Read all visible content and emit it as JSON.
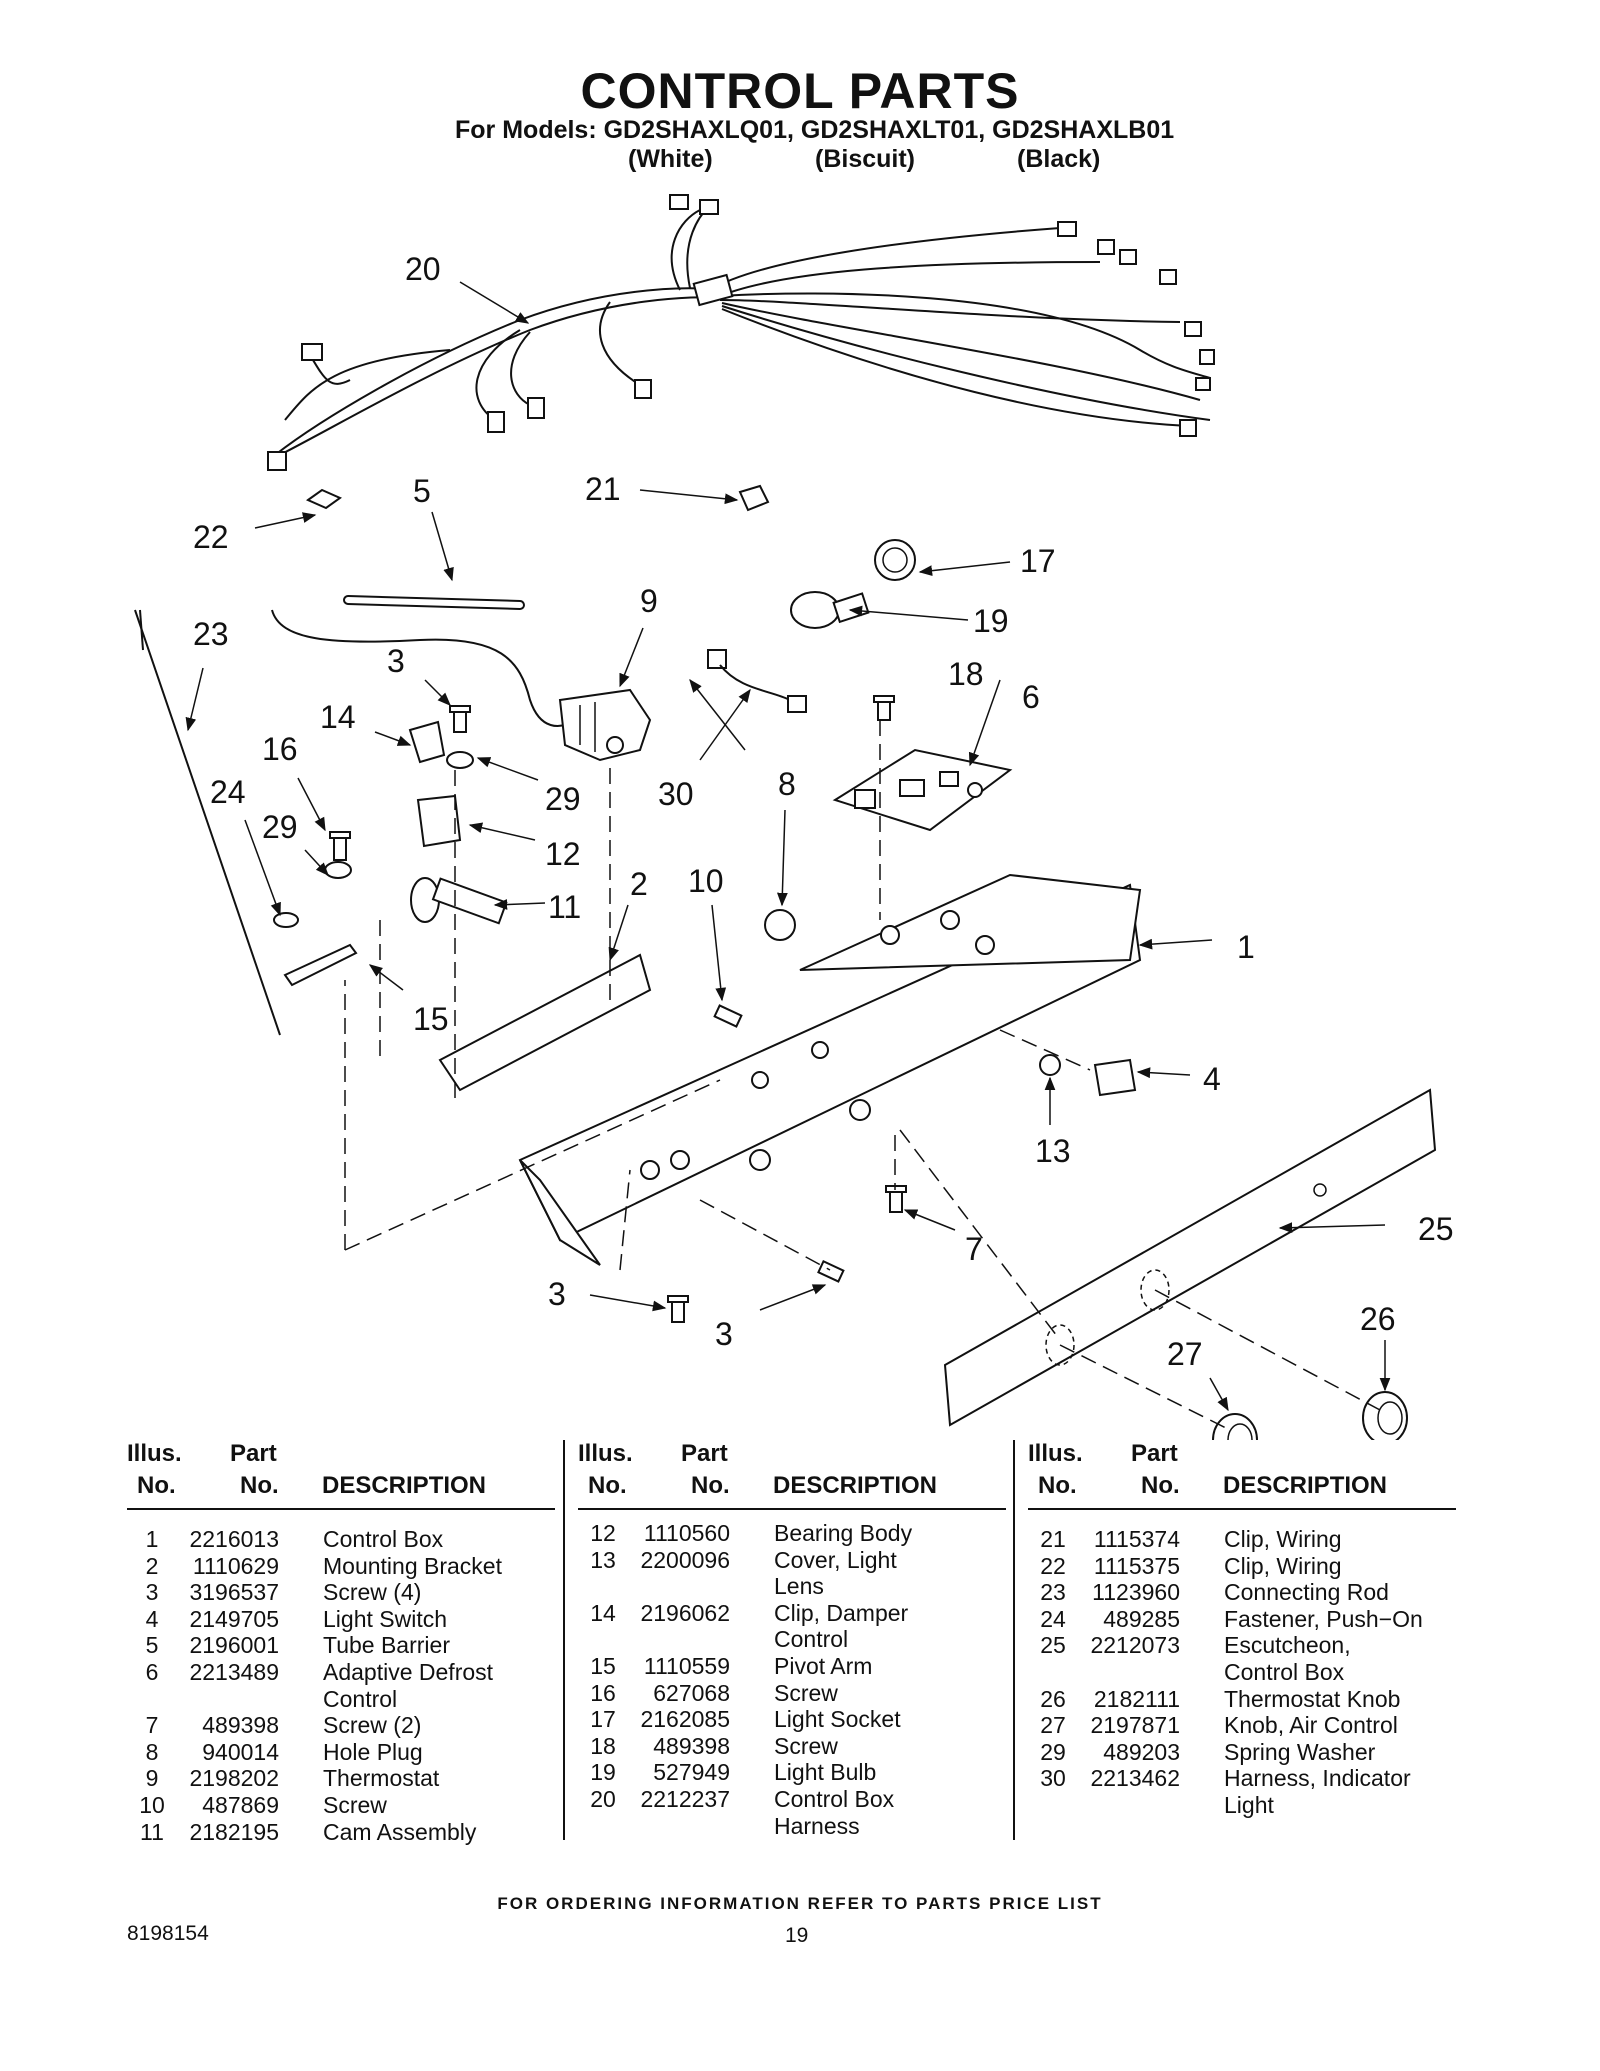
{
  "header": {
    "title": "CONTROL PARTS",
    "models": "For Models: GD2SHAXLQ01, GD2SHAXLT01, GD2SHAXLB01",
    "colors": [
      "(White)",
      "(Biscuit)",
      "(Black)"
    ]
  },
  "callouts": {
    "c1": "1",
    "c2": "2",
    "c3a": "3",
    "c3b": "3",
    "c3c": "3",
    "c4": "4",
    "c5": "5",
    "c6": "6",
    "c7": "7",
    "c8": "8",
    "c9": "9",
    "c10": "10",
    "c11": "11",
    "c12": "12",
    "c13": "13",
    "c14": "14",
    "c15": "15",
    "c16": "16",
    "c17": "17",
    "c18": "18",
    "c19": "19",
    "c20": "20",
    "c21": "21",
    "c22": "22",
    "c23": "23",
    "c24": "24",
    "c25": "25",
    "c26": "26",
    "c27": "27",
    "c29a": "29",
    "c29b": "29",
    "c30": "30"
  },
  "table": {
    "headers": {
      "illus_1": "Illus.",
      "illus_2": "No.",
      "part_1": "Part",
      "part_2": "No.",
      "description": "DESCRIPTION"
    },
    "columns": [
      [
        {
          "no": "1",
          "part": "2216013",
          "desc": [
            "Control Box"
          ]
        },
        {
          "no": "2",
          "part": "1110629",
          "desc": [
            "Mounting Bracket"
          ]
        },
        {
          "no": "3",
          "part": "3196537",
          "desc": [
            "Screw (4)"
          ]
        },
        {
          "no": "4",
          "part": "2149705",
          "desc": [
            "Light Switch"
          ]
        },
        {
          "no": "5",
          "part": "2196001",
          "desc": [
            "Tube Barrier"
          ]
        },
        {
          "no": "6",
          "part": "2213489",
          "desc": [
            "Adaptive Defrost",
            "Control"
          ]
        },
        {
          "no": "7",
          "part": "489398",
          "desc": [
            "Screw (2)"
          ]
        },
        {
          "no": "8",
          "part": "940014",
          "desc": [
            "Hole Plug"
          ]
        },
        {
          "no": "9",
          "part": "2198202",
          "desc": [
            "Thermostat"
          ]
        },
        {
          "no": "10",
          "part": "487869",
          "desc": [
            "Screw"
          ]
        },
        {
          "no": "11",
          "part": "2182195",
          "desc": [
            "Cam Assembly"
          ]
        }
      ],
      [
        {
          "no": "12",
          "part": "1110560",
          "desc": [
            "Bearing Body"
          ]
        },
        {
          "no": "13",
          "part": "2200096",
          "desc": [
            "Cover, Light",
            "Lens"
          ]
        },
        {
          "no": "14",
          "part": "2196062",
          "desc": [
            "Clip, Damper",
            "Control"
          ]
        },
        {
          "no": "15",
          "part": "1110559",
          "desc": [
            "Pivot Arm"
          ]
        },
        {
          "no": "16",
          "part": "627068",
          "desc": [
            "Screw"
          ]
        },
        {
          "no": "17",
          "part": "2162085",
          "desc": [
            "Light Socket"
          ]
        },
        {
          "no": "18",
          "part": "489398",
          "desc": [
            "Screw"
          ]
        },
        {
          "no": "19",
          "part": "527949",
          "desc": [
            "Light Bulb"
          ]
        },
        {
          "no": "20",
          "part": "2212237",
          "desc": [
            "Control Box",
            "Harness"
          ]
        }
      ],
      [
        {
          "no": "21",
          "part": "1115374",
          "desc": [
            "Clip, Wiring"
          ]
        },
        {
          "no": "22",
          "part": "1115375",
          "desc": [
            "Clip, Wiring"
          ]
        },
        {
          "no": "23",
          "part": "1123960",
          "desc": [
            "Connecting Rod"
          ]
        },
        {
          "no": "24",
          "part": "489285",
          "desc": [
            "Fastener, Push−On"
          ]
        },
        {
          "no": "25",
          "part": "2212073",
          "desc": [
            "Escutcheon,",
            "Control Box"
          ]
        },
        {
          "no": "26",
          "part": "2182111",
          "desc": [
            "Thermostat Knob"
          ]
        },
        {
          "no": "27",
          "part": "2197871",
          "desc": [
            "Knob, Air Control"
          ]
        },
        {
          "no": "29",
          "part": "489203",
          "desc": [
            "Spring Washer"
          ]
        },
        {
          "no": "30",
          "part": "2213462",
          "desc": [
            "Harness, Indicator",
            "Light"
          ]
        }
      ]
    ]
  },
  "footer": {
    "note": "FOR ORDERING INFORMATION REFER TO PARTS PRICE LIST",
    "doc_number": "8198154",
    "page_number": "19"
  }
}
